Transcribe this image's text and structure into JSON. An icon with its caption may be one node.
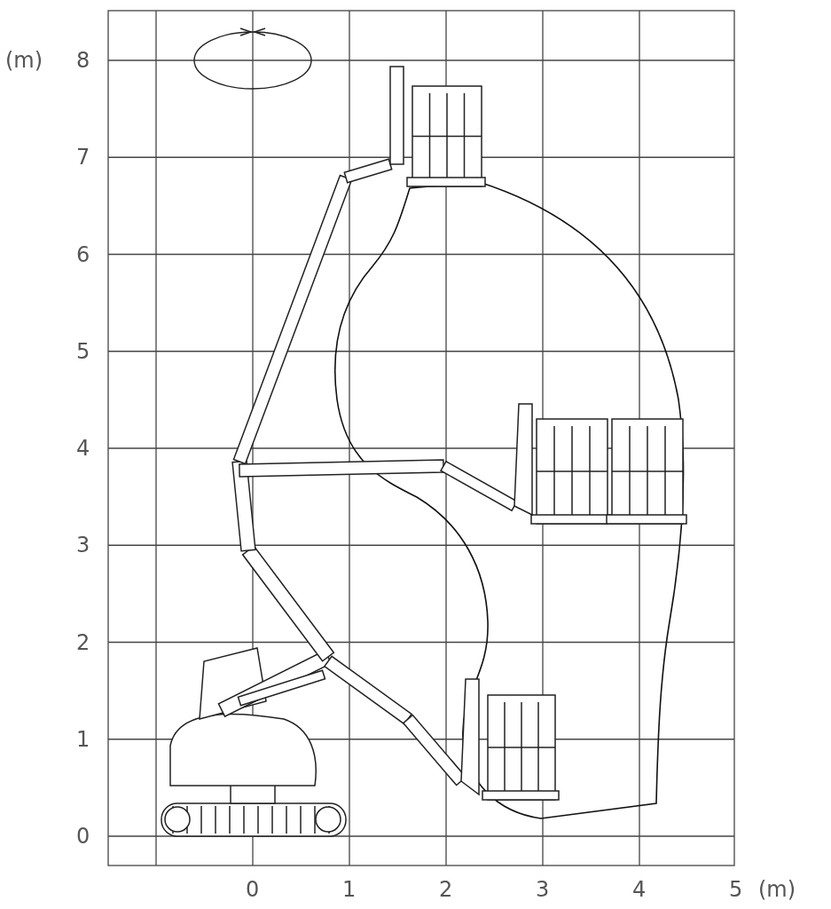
{
  "diagram": {
    "labels": [
      "(m)",
      "8",
      "7",
      "6",
      "5",
      "4",
      "3",
      "2",
      "1",
      "0",
      "0",
      "1",
      "2",
      "3",
      "4",
      "5",
      "(m)"
    ]
  }
}
